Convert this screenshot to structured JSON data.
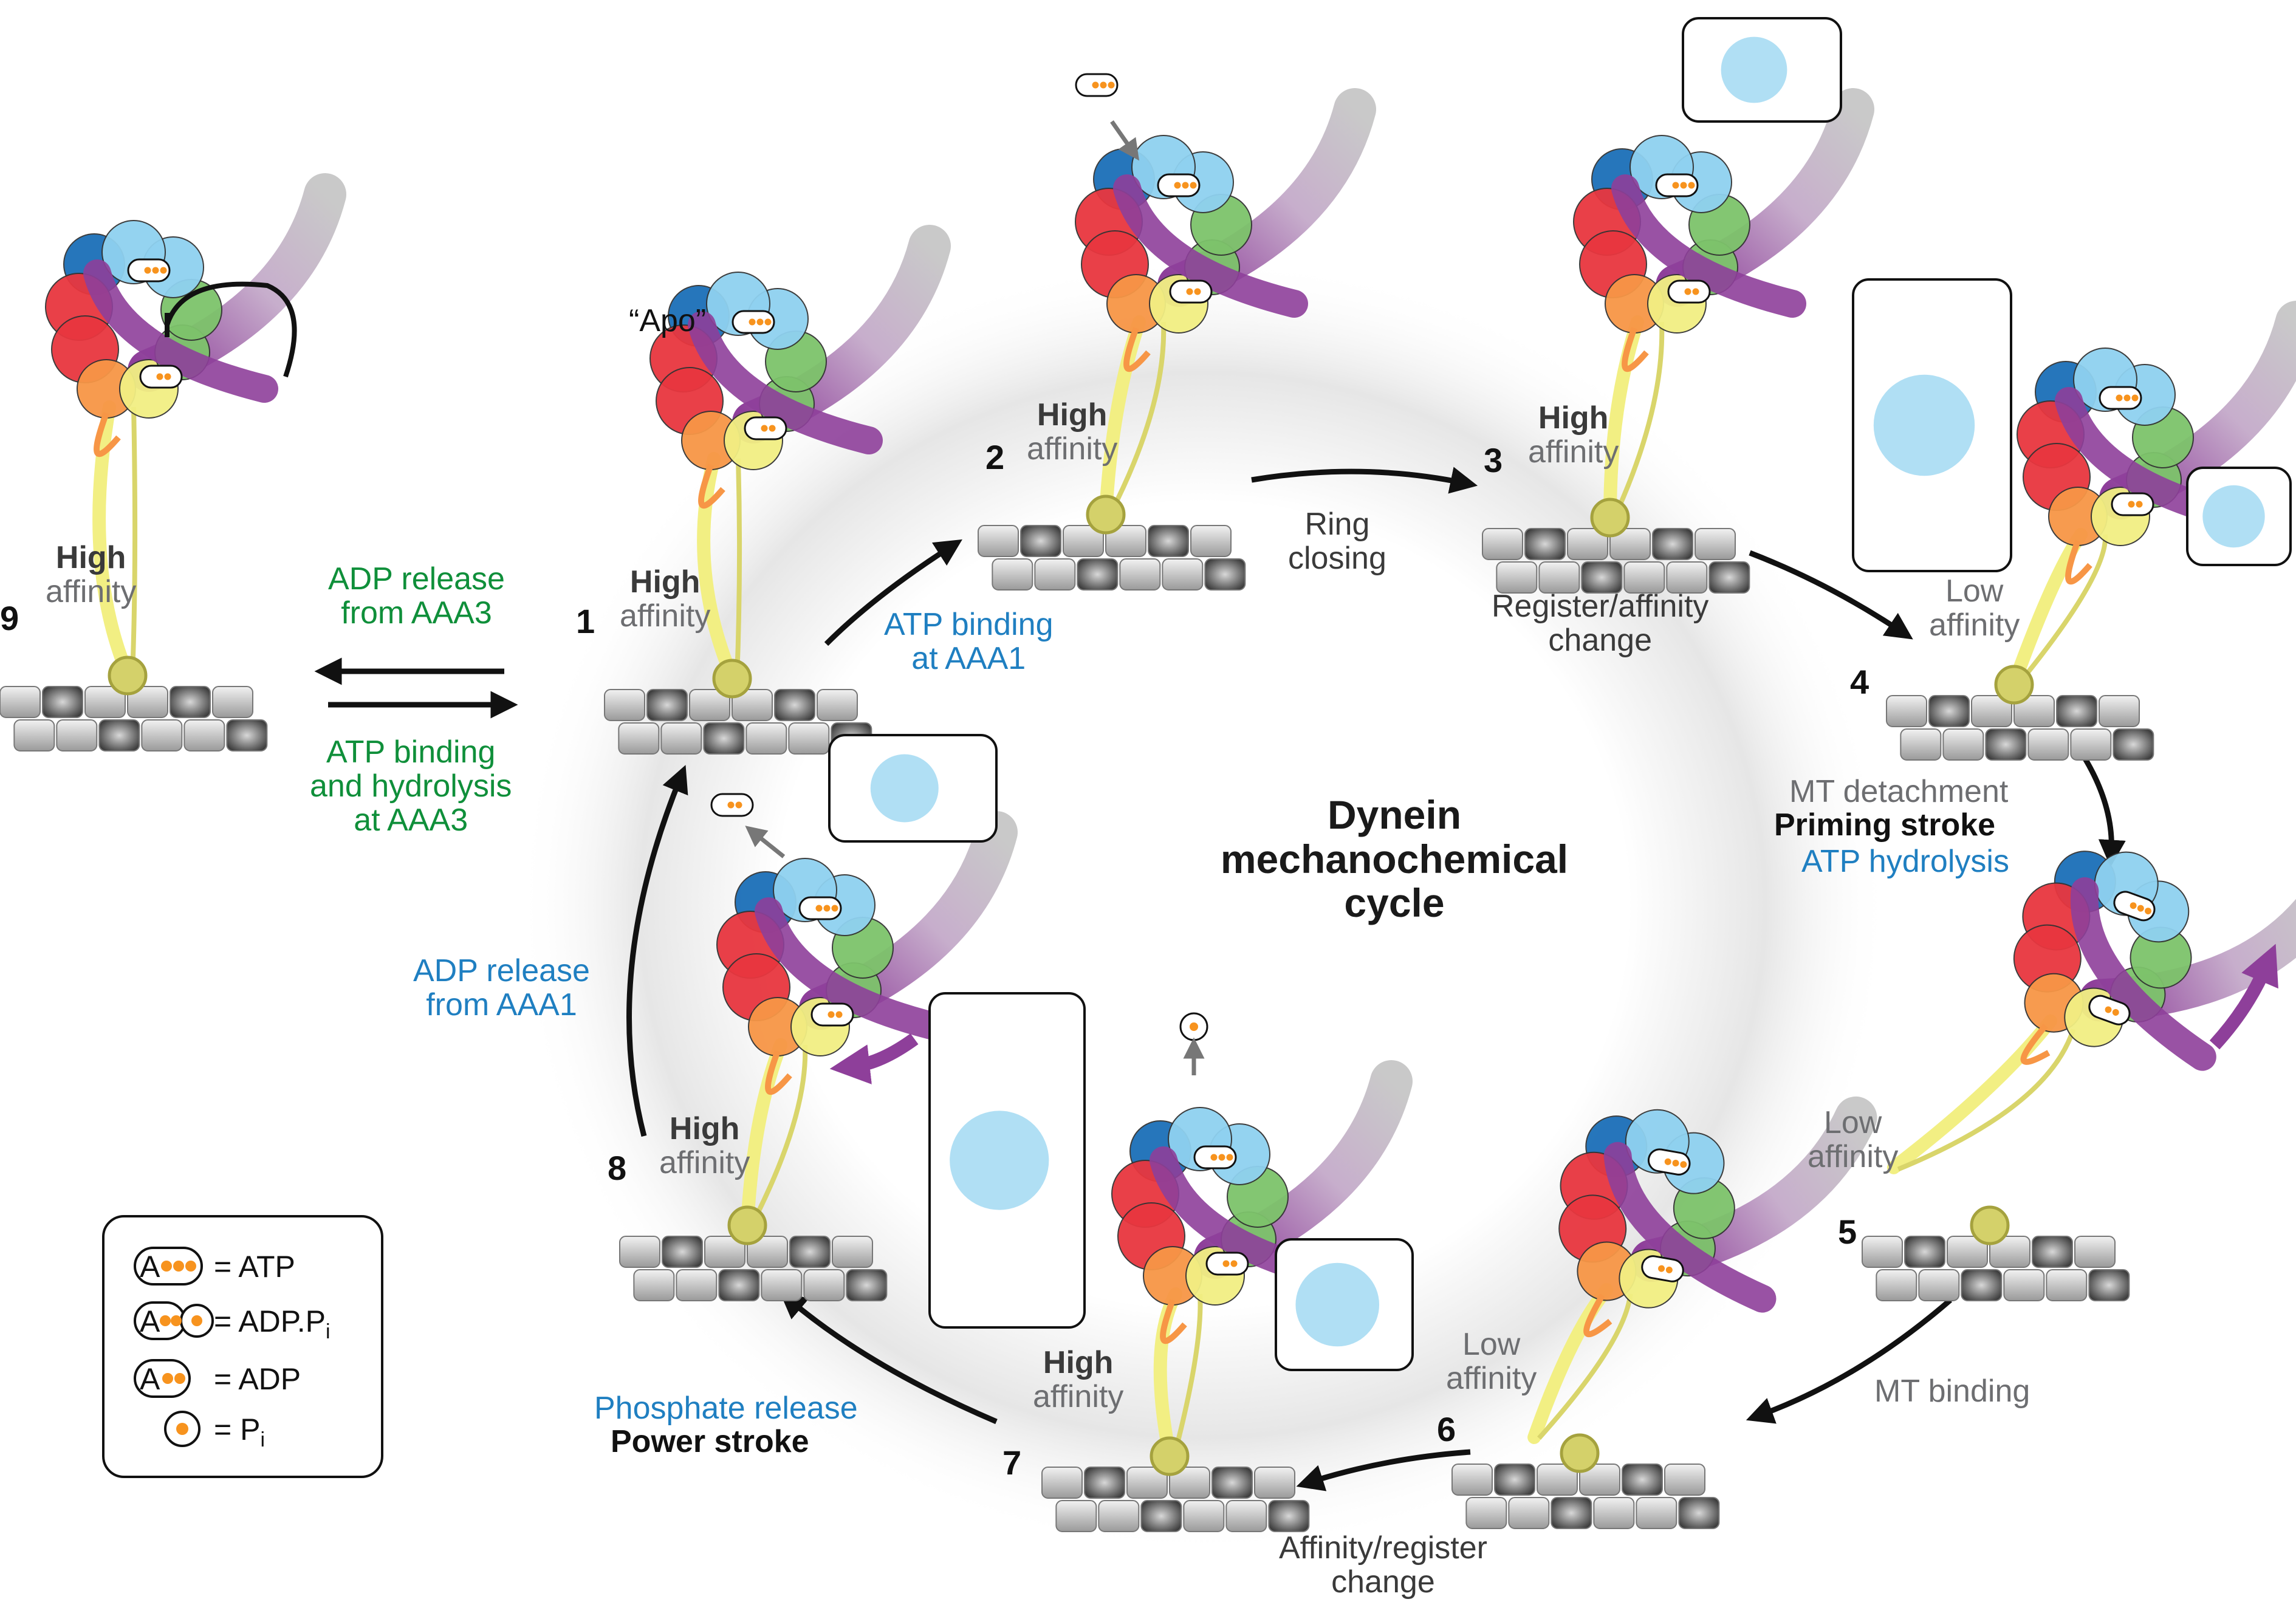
{
  "title": {
    "line1": "Dynein",
    "line2": "mechanochemical",
    "line3": "cycle"
  },
  "apo_label": "“Apo”",
  "states": [
    {
      "number": "9",
      "affinity_strong": "High",
      "affinity_word": "affinity"
    },
    {
      "number": "1",
      "affinity_strong": "High",
      "affinity_word": "affinity"
    },
    {
      "number": "2",
      "affinity_strong": "High",
      "affinity_word": "affinity"
    },
    {
      "number": "3",
      "affinity_strong": "High",
      "affinity_word": "affinity"
    },
    {
      "number": "4",
      "affinity_strong": "Low",
      "affinity_word": "affinity"
    },
    {
      "number": "5",
      "affinity_strong": "Low",
      "affinity_word": "affinity"
    },
    {
      "number": "6",
      "affinity_strong": "Low",
      "affinity_word": "affinity"
    },
    {
      "number": "7",
      "affinity_strong": "High",
      "affinity_word": "affinity"
    },
    {
      "number": "8",
      "affinity_strong": "High",
      "affinity_word": "affinity"
    }
  ],
  "transitions": {
    "adp_release_aaa3": [
      "ADP release",
      "from AAA3"
    ],
    "atp_binding_aaa3": [
      "ATP binding",
      "and hydrolysis",
      "at AAA3"
    ],
    "atp_binding_aaa1": [
      "ATP binding",
      "at AAA1"
    ],
    "ring_closing": [
      "Ring",
      "closing"
    ],
    "register_affinity": [
      "Register/affinity",
      "change"
    ],
    "mt_detachment": "MT detachment",
    "priming_stroke": "Priming stroke",
    "atp_hydrolysis": "ATP hydrolysis",
    "mt_binding": "MT binding",
    "affinity_register": [
      "Affinity/register",
      "change"
    ],
    "phosphate_release": "Phosphate release",
    "power_stroke": "Power stroke",
    "adp_release_aaa1": [
      "ADP release",
      "from AAA1"
    ]
  },
  "legend": {
    "atp": "= ATP",
    "adp_pi": "= ADP.P",
    "adp_pi_sub": "i",
    "adp": "= ADP",
    "pi": "= P",
    "pi_sub": "i",
    "glyph_letter": "A"
  },
  "colors": {
    "red": "#e8363f",
    "orange": "#f79646",
    "yellow": "#f2ef83",
    "green": "#7dc36b",
    "light_blue": "#8fd1f0",
    "dark_blue": "#1b6fb8",
    "purple": "#8e3f9a",
    "gray_stalk": "#bdbdbd",
    "text_blue": "#1f7fc1",
    "text_green": "#0f8f3a",
    "phosphate_dot": "#f7931e"
  }
}
